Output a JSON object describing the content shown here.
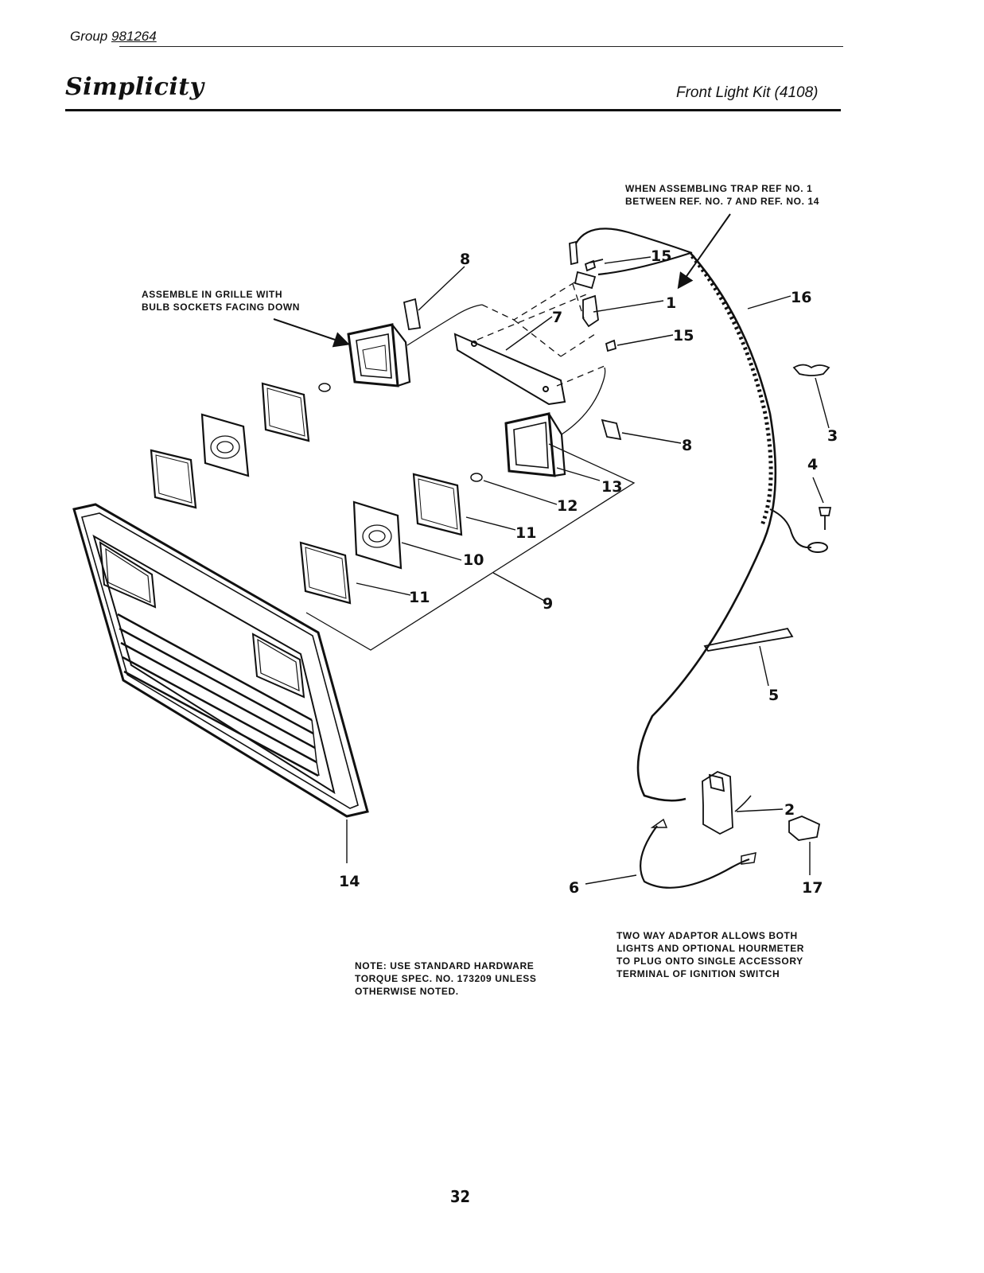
{
  "header": {
    "group_prefix": "Group",
    "group_number": "981264",
    "brand": "Simplicity",
    "title": "Front Light Kit (4108)"
  },
  "notes": {
    "assemble": "ASSEMBLE IN GRILLE WITH\nBULB SOCKETS FACING DOWN",
    "trap": "WHEN ASSEMBLING TRAP REF NO. 1\nBETWEEN REF. NO. 7  AND REF. NO. 14",
    "hardware": "NOTE: USE STANDARD HARDWARE\nTORQUE SPEC. NO. 173209 UNLESS\nOTHERWISE NOTED.",
    "adapter": "TWO WAY ADAPTOR ALLOWS BOTH\nLIGHTS AND OPTIONAL HOURMETER\nTO PLUG ONTO SINGLE ACCESSORY\nTERMINAL OF IGNITION SWITCH"
  },
  "callouts": {
    "c1": "1",
    "c2": "2",
    "c3": "3",
    "c4": "4",
    "c5": "5",
    "c6": "6",
    "c7": "7",
    "c8a": "8",
    "c8b": "8",
    "c9": "9",
    "c10": "10",
    "c11a": "11",
    "c11b": "11",
    "c12": "12",
    "c13": "13",
    "c14": "14",
    "c15a": "15",
    "c15b": "15",
    "c16": "16",
    "c17": "17"
  },
  "page_number": "32"
}
